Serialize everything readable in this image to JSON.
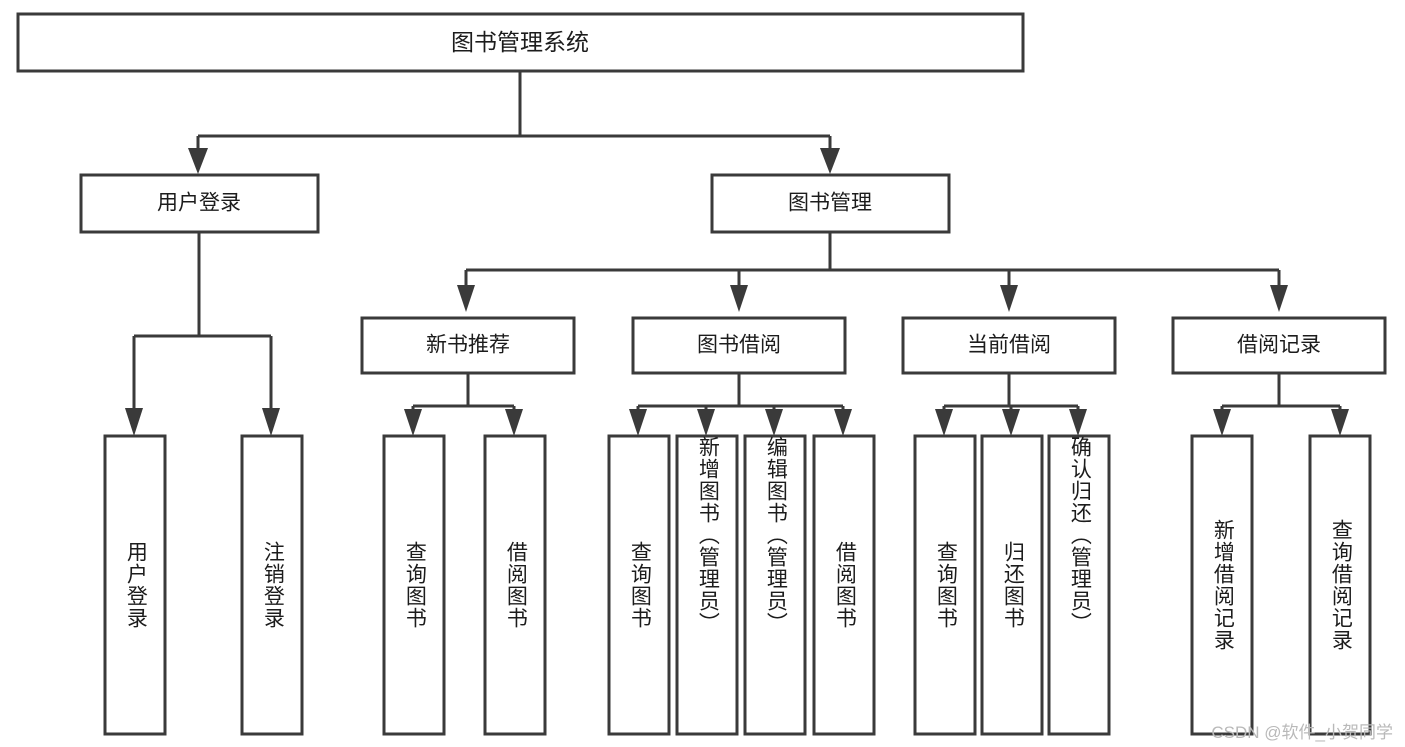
{
  "diagram": {
    "type": "tree-hierarchy-flowchart",
    "title": "图书管理系统",
    "orientation": "top-down",
    "colors": {
      "box_stroke": "#3a3a3a",
      "box_fill": "#ffffff",
      "connector": "#3a3a3a",
      "text": "#1c1c1c",
      "background": "#ffffff",
      "watermark": "#b9b9b9"
    },
    "root": {
      "label": "图书管理系统"
    },
    "level2": [
      {
        "label": "用户登录"
      },
      {
        "label": "图书管理"
      }
    ],
    "level3": [
      {
        "label": "新书推荐"
      },
      {
        "label": "图书借阅"
      },
      {
        "label": "当前借阅"
      },
      {
        "label": "借阅记录"
      }
    ],
    "leaves": {
      "user_login": [
        {
          "label": "用户登录"
        },
        {
          "label": "注销登录"
        }
      ],
      "new_book_recommend": [
        {
          "label": "查询图书"
        },
        {
          "label": "借阅图书"
        }
      ],
      "book_borrow": [
        {
          "label": "查询图书"
        },
        {
          "label": "新增图书（管理员）"
        },
        {
          "label": "编辑图书（管理员）"
        },
        {
          "label": "借阅图书"
        }
      ],
      "current_borrow": [
        {
          "label": "查询图书"
        },
        {
          "label": "归还图书"
        },
        {
          "label": "确认归还（管理员）"
        }
      ],
      "borrow_record": [
        {
          "label": "新增借阅记录"
        },
        {
          "label": "查询借阅记录"
        }
      ]
    }
  },
  "watermark": {
    "text": "CSDN @软件_小贺同学"
  }
}
